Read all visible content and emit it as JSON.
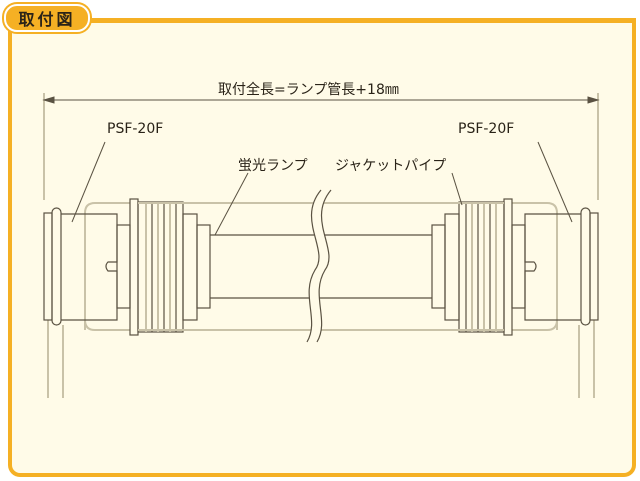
{
  "header": {
    "title": "取付図"
  },
  "diagram": {
    "dimension_label": "取付全長=ランプ管長+18㎜",
    "left_socket_label": "PSF-20F",
    "right_socket_label": "PSF-20F",
    "lamp_label": "蛍光ランプ",
    "jacket_label": "ジャケットパイプ"
  },
  "colors": {
    "accent": "#f5b024",
    "background": "#fffbe8",
    "line": "#5a5242",
    "light_line": "#c9c2a8"
  }
}
